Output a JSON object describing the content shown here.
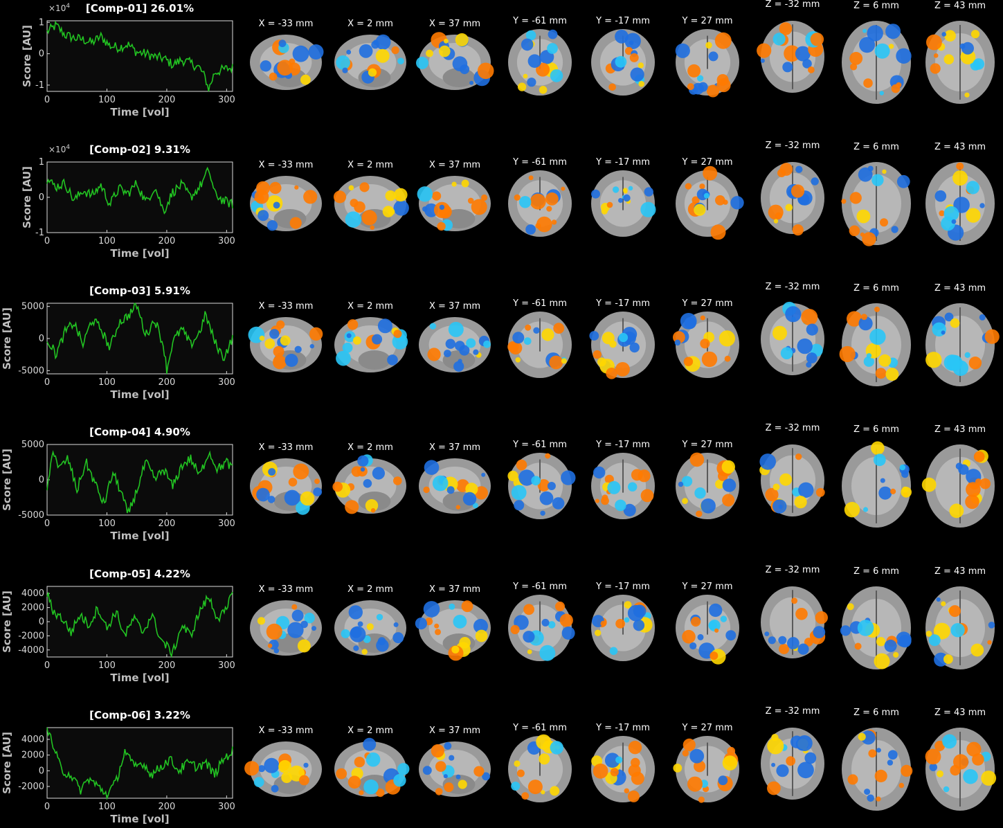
{
  "colors": {
    "background": "#000000",
    "plot_background": "#0b0b0b",
    "trace": "#22c322",
    "axis": "#dcdcdc",
    "label": "#bfbfbf",
    "positive_activation": "#ff7a00",
    "positive_peak": "#ffd700",
    "negative_activation": "#1f6fe0",
    "negative_peak": "#29c5f6",
    "brain": "#9a9a9a"
  },
  "chart_data": [
    {
      "type": "line",
      "title": "[Comp-01] 26.01%",
      "xlabel": "Time [vol]",
      "ylabel": "Score [AU]",
      "exponent_label": "×10",
      "exponent_power": "4",
      "xlim": [
        0,
        310
      ],
      "ylim": [
        -1.2,
        1.05
      ],
      "xticks": [
        0,
        100,
        200,
        300
      ],
      "yticks": [
        -1,
        0,
        1
      ],
      "ytick_labels": [
        "-1",
        "0",
        "1"
      ],
      "xtick_labels": [
        "0",
        "100",
        "200",
        "300"
      ],
      "series": [
        {
          "x": [
            0,
            15,
            30,
            45,
            60,
            75,
            90,
            105,
            120,
            135,
            150,
            165,
            180,
            195,
            210,
            225,
            240,
            255,
            265,
            270,
            280,
            295,
            310
          ],
          "y": [
            0.7,
            0.9,
            0.6,
            0.5,
            0.45,
            0.35,
            0.55,
            0.25,
            0.2,
            0.3,
            0.05,
            0.0,
            -0.1,
            -0.15,
            -0.35,
            -0.2,
            -0.3,
            -0.45,
            -0.8,
            -1.15,
            -0.6,
            -0.5,
            -0.45
          ]
        }
      ]
    },
    {
      "type": "line",
      "title": "[Comp-02] 9.31%",
      "xlabel": "Time [vol]",
      "ylabel": "Score [AU]",
      "exponent_label": "×10",
      "exponent_power": "4",
      "xlim": [
        0,
        310
      ],
      "ylim": [
        -1.0,
        1.0
      ],
      "xticks": [
        0,
        100,
        200,
        300
      ],
      "yticks": [
        -1,
        0,
        1
      ],
      "ytick_labels": [
        "-1",
        "0",
        "1"
      ],
      "xtick_labels": [
        "0",
        "100",
        "200",
        "300"
      ],
      "series": [
        {
          "x": [
            0,
            15,
            30,
            45,
            60,
            75,
            90,
            105,
            120,
            135,
            150,
            165,
            180,
            195,
            210,
            225,
            240,
            255,
            265,
            270,
            280,
            295,
            310
          ],
          "y": [
            0.5,
            0.3,
            0.4,
            -0.1,
            0.2,
            0.05,
            0.35,
            -0.2,
            0.25,
            0.1,
            0.4,
            -0.15,
            0.3,
            -0.4,
            0.15,
            0.35,
            0.0,
            0.3,
            0.6,
            0.8,
            0.1,
            -0.1,
            -0.2
          ]
        }
      ]
    },
    {
      "type": "line",
      "title": "[Comp-03] 5.91%",
      "xlabel": "Time [vol]",
      "ylabel": "Score [AU]",
      "xlim": [
        0,
        310
      ],
      "ylim": [
        -5500,
        5500
      ],
      "xticks": [
        0,
        100,
        200,
        300
      ],
      "yticks": [
        -5000,
        0,
        5000
      ],
      "ytick_labels": [
        "-5000",
        "0",
        "5000"
      ],
      "xtick_labels": [
        "0",
        "100",
        "200",
        "300"
      ],
      "series": [
        {
          "x": [
            0,
            15,
            30,
            45,
            60,
            75,
            90,
            105,
            120,
            135,
            150,
            165,
            180,
            195,
            200,
            210,
            225,
            240,
            255,
            265,
            280,
            295,
            310
          ],
          "y": [
            0,
            -2500,
            1000,
            2500,
            -1000,
            3000,
            1500,
            -1500,
            2500,
            3500,
            5200,
            500,
            3000,
            -1200,
            -5000,
            -500,
            1500,
            -1000,
            1000,
            3800,
            -500,
            -3000,
            0
          ]
        }
      ]
    },
    {
      "type": "line",
      "title": "[Comp-04] 4.90%",
      "xlabel": "Time [vol]",
      "ylabel": "Score [AU]",
      "xlim": [
        0,
        310
      ],
      "ylim": [
        -5000,
        5000
      ],
      "xticks": [
        0,
        100,
        200,
        300
      ],
      "yticks": [
        -5000,
        0,
        5000
      ],
      "ytick_labels": [
        "-5000",
        "0",
        "5000"
      ],
      "xtick_labels": [
        "0",
        "100",
        "200",
        "300"
      ],
      "series": [
        {
          "x": [
            0,
            10,
            20,
            35,
            50,
            65,
            80,
            95,
            110,
            125,
            135,
            150,
            165,
            180,
            195,
            210,
            225,
            240,
            255,
            270,
            285,
            300,
            310
          ],
          "y": [
            -2000,
            4500,
            1500,
            3000,
            -1500,
            2500,
            -500,
            -3500,
            1000,
            -2000,
            -5000,
            -1500,
            2500,
            0,
            1500,
            -1000,
            2000,
            3000,
            500,
            4000,
            1500,
            2500,
            1500
          ]
        }
      ]
    },
    {
      "type": "line",
      "title": "[Comp-05] 4.22%",
      "xlabel": "Time [vol]",
      "ylabel": "Score [AU]",
      "xlim": [
        0,
        310
      ],
      "ylim": [
        -5000,
        5000
      ],
      "xticks": [
        0,
        100,
        200,
        300
      ],
      "yticks": [
        -4000,
        -2000,
        0,
        2000,
        4000
      ],
      "ytick_labels": [
        "-4000",
        "-2000",
        "0",
        "2000",
        "4000"
      ],
      "xtick_labels": [
        "0",
        "100",
        "200",
        "300"
      ],
      "series": [
        {
          "x": [
            0,
            10,
            25,
            40,
            55,
            70,
            85,
            100,
            115,
            130,
            145,
            160,
            175,
            190,
            210,
            225,
            240,
            255,
            270,
            285,
            300,
            310
          ],
          "y": [
            4000,
            1500,
            500,
            -1500,
            1000,
            -500,
            2000,
            -1000,
            1500,
            -2000,
            500,
            -1500,
            1000,
            -2500,
            -4500,
            -500,
            -2000,
            1500,
            3500,
            500,
            1500,
            4500
          ]
        }
      ]
    },
    {
      "type": "line",
      "title": "[Comp-06] 3.22%",
      "xlabel": "Time [vol]",
      "ylabel": "Score [AU]",
      "xlim": [
        0,
        310
      ],
      "ylim": [
        -3500,
        5500
      ],
      "xticks": [
        0,
        100,
        200,
        300
      ],
      "yticks": [
        -2000,
        0,
        2000,
        4000
      ],
      "ytick_labels": [
        "-2000",
        "0",
        "2000",
        "4000"
      ],
      "xtick_labels": [
        "0",
        "100",
        "200",
        "300"
      ],
      "series": [
        {
          "x": [
            0,
            5,
            15,
            25,
            40,
            55,
            70,
            85,
            100,
            115,
            130,
            145,
            160,
            175,
            190,
            205,
            220,
            235,
            250,
            265,
            280,
            295,
            310
          ],
          "y": [
            5000,
            4500,
            2000,
            0,
            -500,
            -2500,
            -1000,
            -2000,
            -3000,
            -1500,
            2500,
            500,
            1000,
            -500,
            500,
            1500,
            0,
            1000,
            500,
            1000,
            -500,
            1500,
            2500
          ]
        }
      ]
    }
  ],
  "slice_labels": [
    "X = -33 mm",
    "X = 2 mm",
    "X = 37 mm",
    "Y = -61 mm",
    "Y = -17 mm",
    "Y = 27 mm",
    "Z = -32 mm",
    "Z = 6 mm",
    "Z = 43 mm"
  ],
  "slice_icons": [
    "sagittal-brain-icon",
    "sagittal-brain-icon",
    "sagittal-brain-icon",
    "coronal-brain-icon",
    "coronal-brain-icon",
    "coronal-brain-icon",
    "axial-brain-icon",
    "axial-brain-icon",
    "axial-brain-icon"
  ]
}
